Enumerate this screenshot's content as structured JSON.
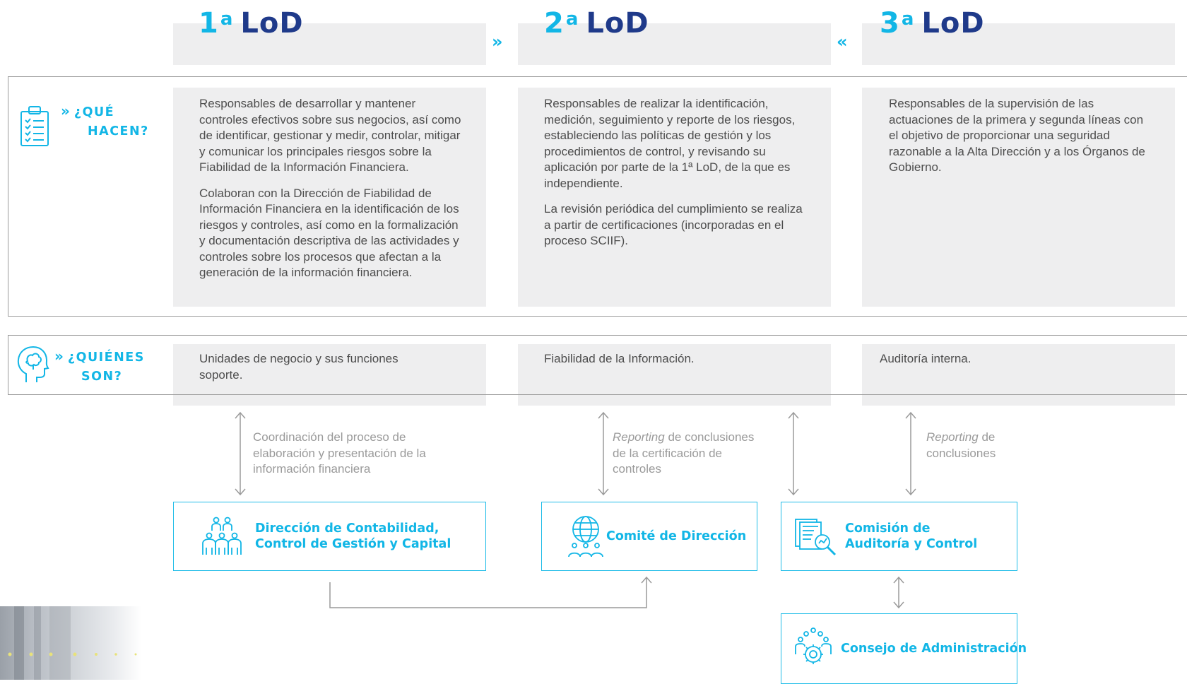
{
  "header": {
    "columns": [
      {
        "num": "1",
        "sup": "a",
        "lod": "LoD"
      },
      {
        "num": "2",
        "sup": "a",
        "lod": "LoD"
      },
      {
        "num": "3",
        "sup": "a",
        "lod": "LoD"
      }
    ],
    "arrow_right": "»",
    "arrow_left": "«"
  },
  "que_hacen": {
    "label_line1": "¿QUÉ",
    "label_line2": "HACEN?",
    "chevron": "»",
    "icon": "checklist-icon",
    "col1_p1": "Responsables de desarrollar y mantener controles efectivos sobre sus negocios, así como de identificar, gestionar y medir, controlar, mitigar y comunicar los principales riesgos sobre la Fiabilidad de la Información Financiera.",
    "col1_p2": "Colaboran con la Dirección de Fiabilidad de Información Financiera en la identificación de los riesgos y controles, así como en la formalización y documentación descriptiva de las actividades y controles sobre los procesos que afectan a la generación de la información financiera.",
    "col2_p1": "Responsables de realizar la identificación, medición, seguimiento y reporte de los riesgos, estableciendo las políticas de gestión y los procedimientos de control, y revisando su aplicación por parte de la 1ª LoD, de la que es independiente.",
    "col2_p2": "La revisión periódica del cumplimiento se realiza a partir de certificaciones (incorporadas en el proceso SCIIF).",
    "col3_p1": "Responsables de la supervisión de las actuaciones de la primera y segunda líneas con el objetivo de proporcionar una seguridad razonable a la Alta Dirección y a los Órganos de Gobierno."
  },
  "quienes_son": {
    "label_line1": "¿QUIÉNES",
    "label_line2": "SON?",
    "chevron": "»",
    "icon": "head-mind-icon",
    "col1": "Unidades de negocio y sus funciones soporte.",
    "col2": "Fiabilidad de la Información.",
    "col3": "Auditoría interna."
  },
  "notes": {
    "n1": "Coordinación del proceso de elaboración y presentación de la información financiera",
    "n2_italic": "Reporting",
    "n2_rest": " de conclusiones de la certificación de controles",
    "n3_italic": "Reporting",
    "n3_rest": " de conclusiones"
  },
  "boxes": {
    "contabilidad": "Dirección de Contabilidad, Control de Gestión y Capital",
    "comite": "Comité de Dirección",
    "comision": "Comisión de Auditoría y Control",
    "consejo": "Consejo de Administración"
  },
  "colors": {
    "accent": "#12b6e6",
    "navy": "#1f3a8a",
    "card": "#eeeeef",
    "line": "#9a9a9a"
  }
}
